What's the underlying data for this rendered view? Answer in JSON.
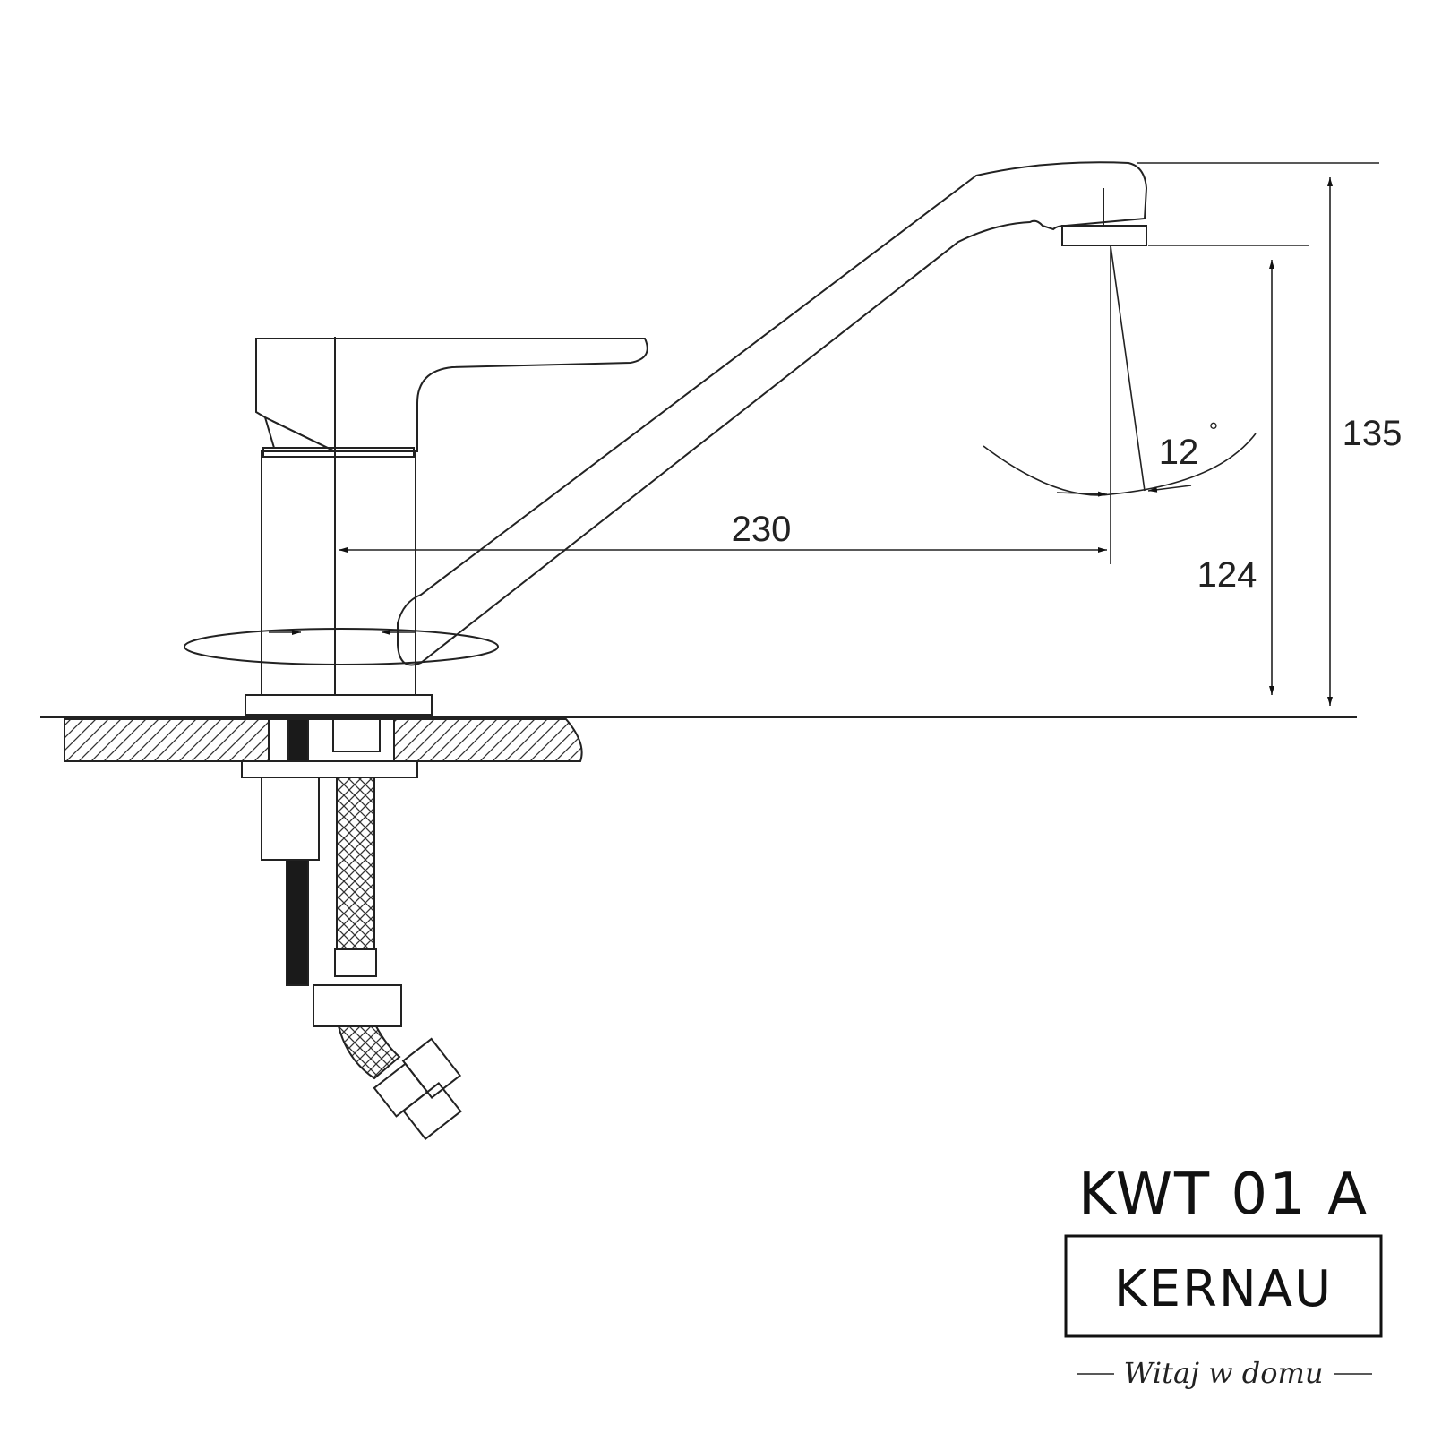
{
  "drawing": {
    "dimensions": {
      "reach": "230",
      "spout_clearance": "124",
      "total_height": "135",
      "tilt_angle": "12",
      "tilt_unit": "°"
    }
  },
  "title_block": {
    "model": "KWT 01 A",
    "brand": "KERNAU",
    "tagline": "Witaj w domu"
  },
  "colors": {
    "line": "#222222",
    "background": "#ffffff"
  }
}
